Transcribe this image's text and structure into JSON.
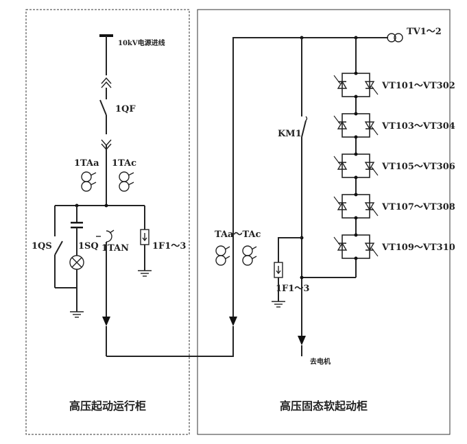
{
  "left_panel": {
    "title": "高压起动运行柜",
    "incoming_label": "10kV电源进线",
    "breaker_label": "1QF",
    "ct_a_label": "1TAa",
    "ct_c_label": "1TAc",
    "switch_label": "1QS",
    "lamp_label": "1SQ",
    "zero_ct_label": "1TAN",
    "arrester_label": "1F1～3"
  },
  "right_panel": {
    "title": "高压固态软起动柜",
    "tv_label": "TV1～2",
    "contactor_label": "KM1",
    "ct_label": "TAa～TAc",
    "arrester_label": "1F1～3",
    "motor_label": "去电机",
    "thyristor_groups": [
      "VT101～VT302",
      "VT103～VT304",
      "VT105～VT306",
      "VT107～VT308",
      "VT109～VT310"
    ]
  }
}
